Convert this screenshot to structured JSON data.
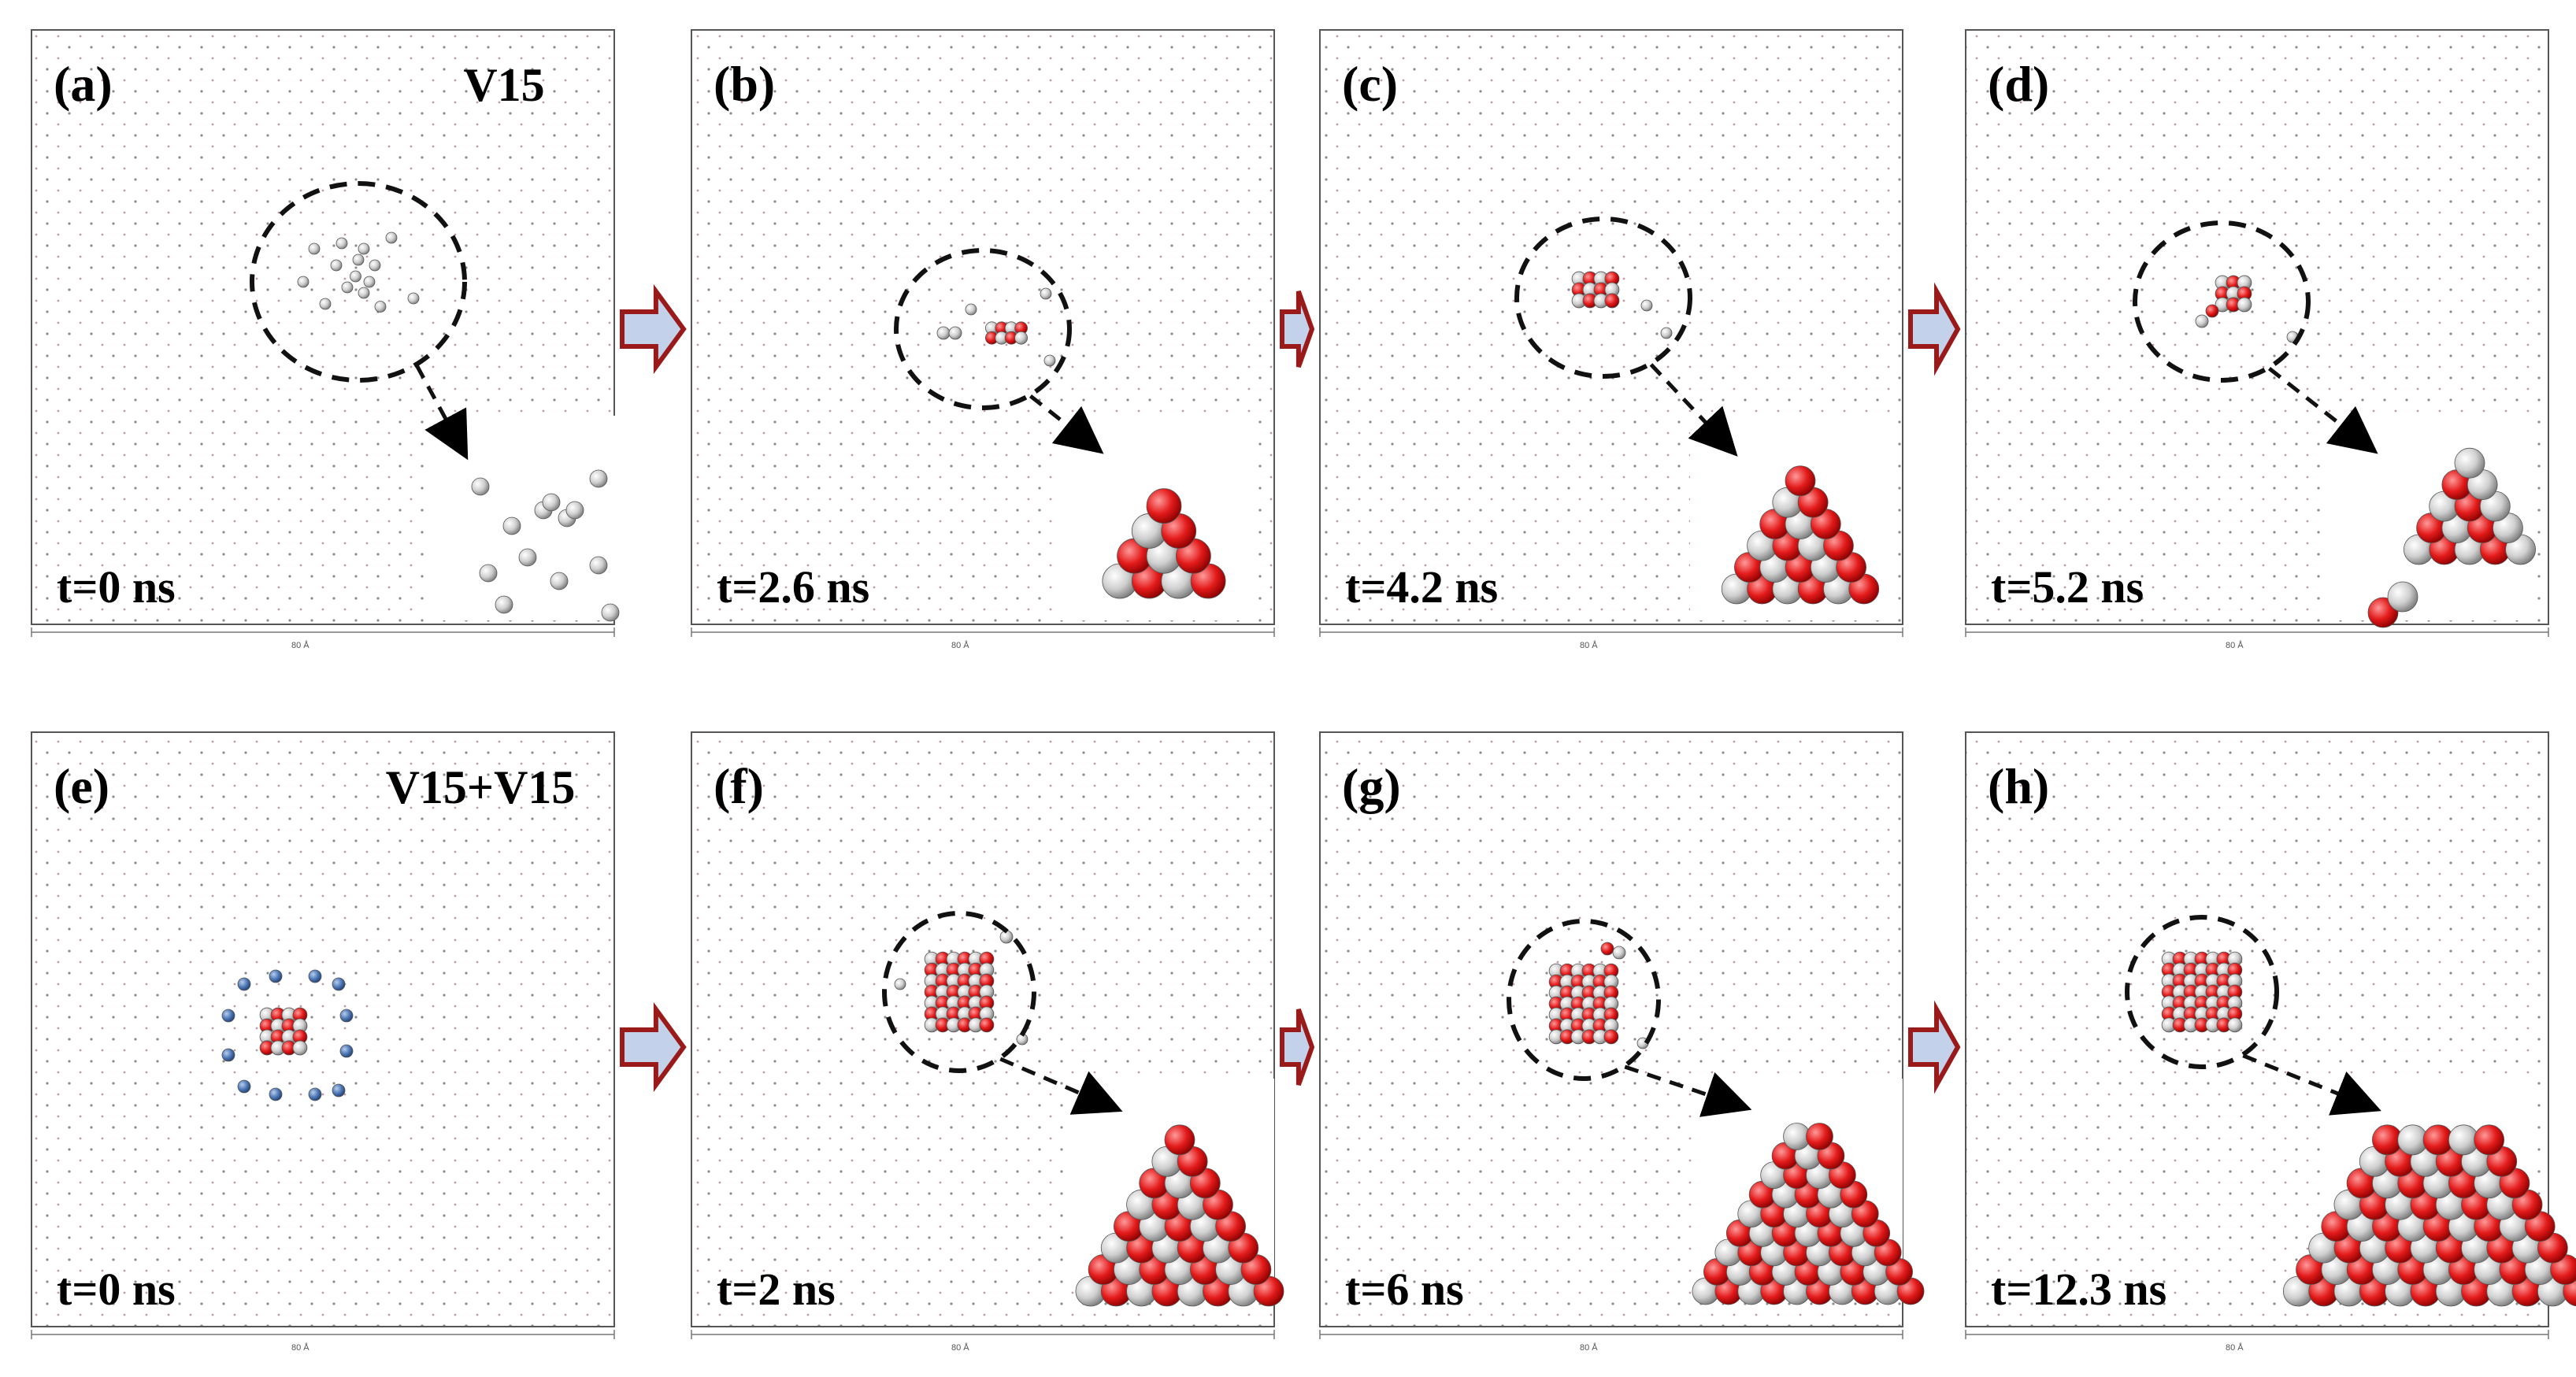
{
  "figure": {
    "scale_bar_label": "80 Å",
    "colors": {
      "frame": "#555555",
      "lattice_grey": "#8c8c8c",
      "lattice_pink": "#c39aa4",
      "atom_grey": "#cfcfcf",
      "atom_red": "#e31a1a",
      "atom_blue": "#4f79b6",
      "arrow_fill": "#c3d2ea",
      "arrow_stroke": "#9a1a1a"
    },
    "panels": [
      {
        "id": "a",
        "label": "(a)",
        "time": "t=0 ns",
        "system": "V15",
        "inset": "scattered vacancies"
      },
      {
        "id": "b",
        "label": "(b)",
        "time": "t=2.6 ns",
        "system": "",
        "inset": "small triangular cluster"
      },
      {
        "id": "c",
        "label": "(c)",
        "time": "t=4.2 ns",
        "system": "",
        "inset": "triangular pyramid cluster"
      },
      {
        "id": "d",
        "label": "(d)",
        "time": "t=5.2 ns",
        "system": "",
        "inset": "growing pyramid cluster"
      },
      {
        "id": "e",
        "label": "(e)",
        "time": "t=0 ns",
        "system": "V15+V15",
        "inset": ""
      },
      {
        "id": "f",
        "label": "(f)",
        "time": "t=2 ns",
        "system": "",
        "inset": "large triangular pyramid"
      },
      {
        "id": "g",
        "label": "(g)",
        "time": "t=6 ns",
        "system": "",
        "inset": "tall pyramid"
      },
      {
        "id": "h",
        "label": "(h)",
        "time": "t=12.3 ns",
        "system": "",
        "inset": "trapezoidal cluster"
      }
    ]
  }
}
